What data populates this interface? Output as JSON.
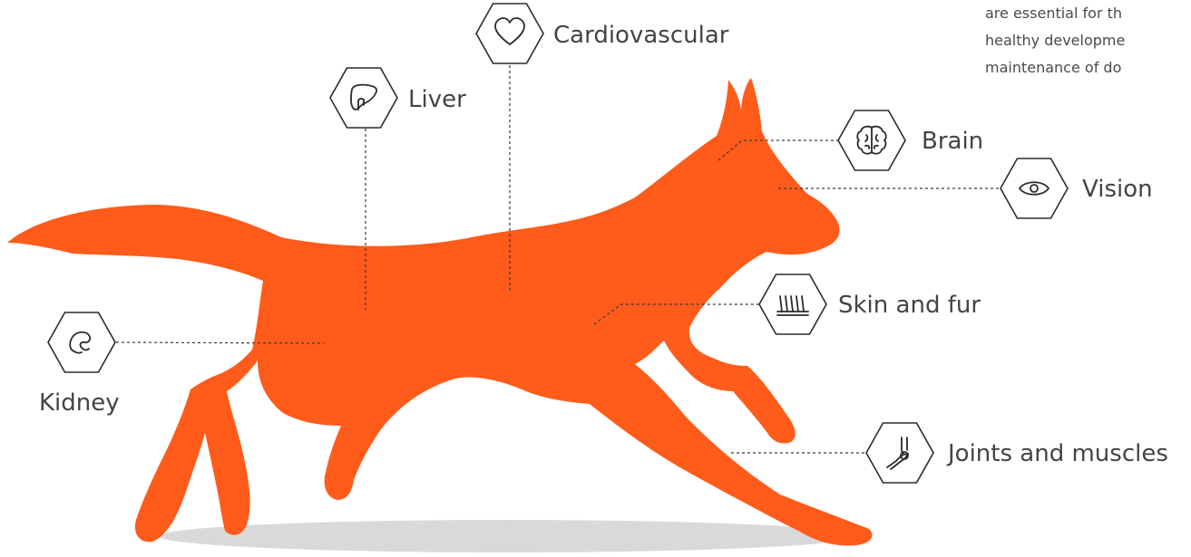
{
  "intro_lines": [
    "are essential for th",
    "healthy developme",
    "maintenance of do"
  ],
  "organs": {
    "cardiovascular": "Cardiovascular",
    "liver": "Liver",
    "brain": "Brain",
    "vision": "Vision",
    "skin": "Skin and fur",
    "kidney": "Kidney",
    "joints": "Joints and muscles"
  },
  "colors": {
    "dog": "#ff5b1a",
    "shadow": "#d9d9d9",
    "icon_stroke": "#2b2b2b"
  }
}
